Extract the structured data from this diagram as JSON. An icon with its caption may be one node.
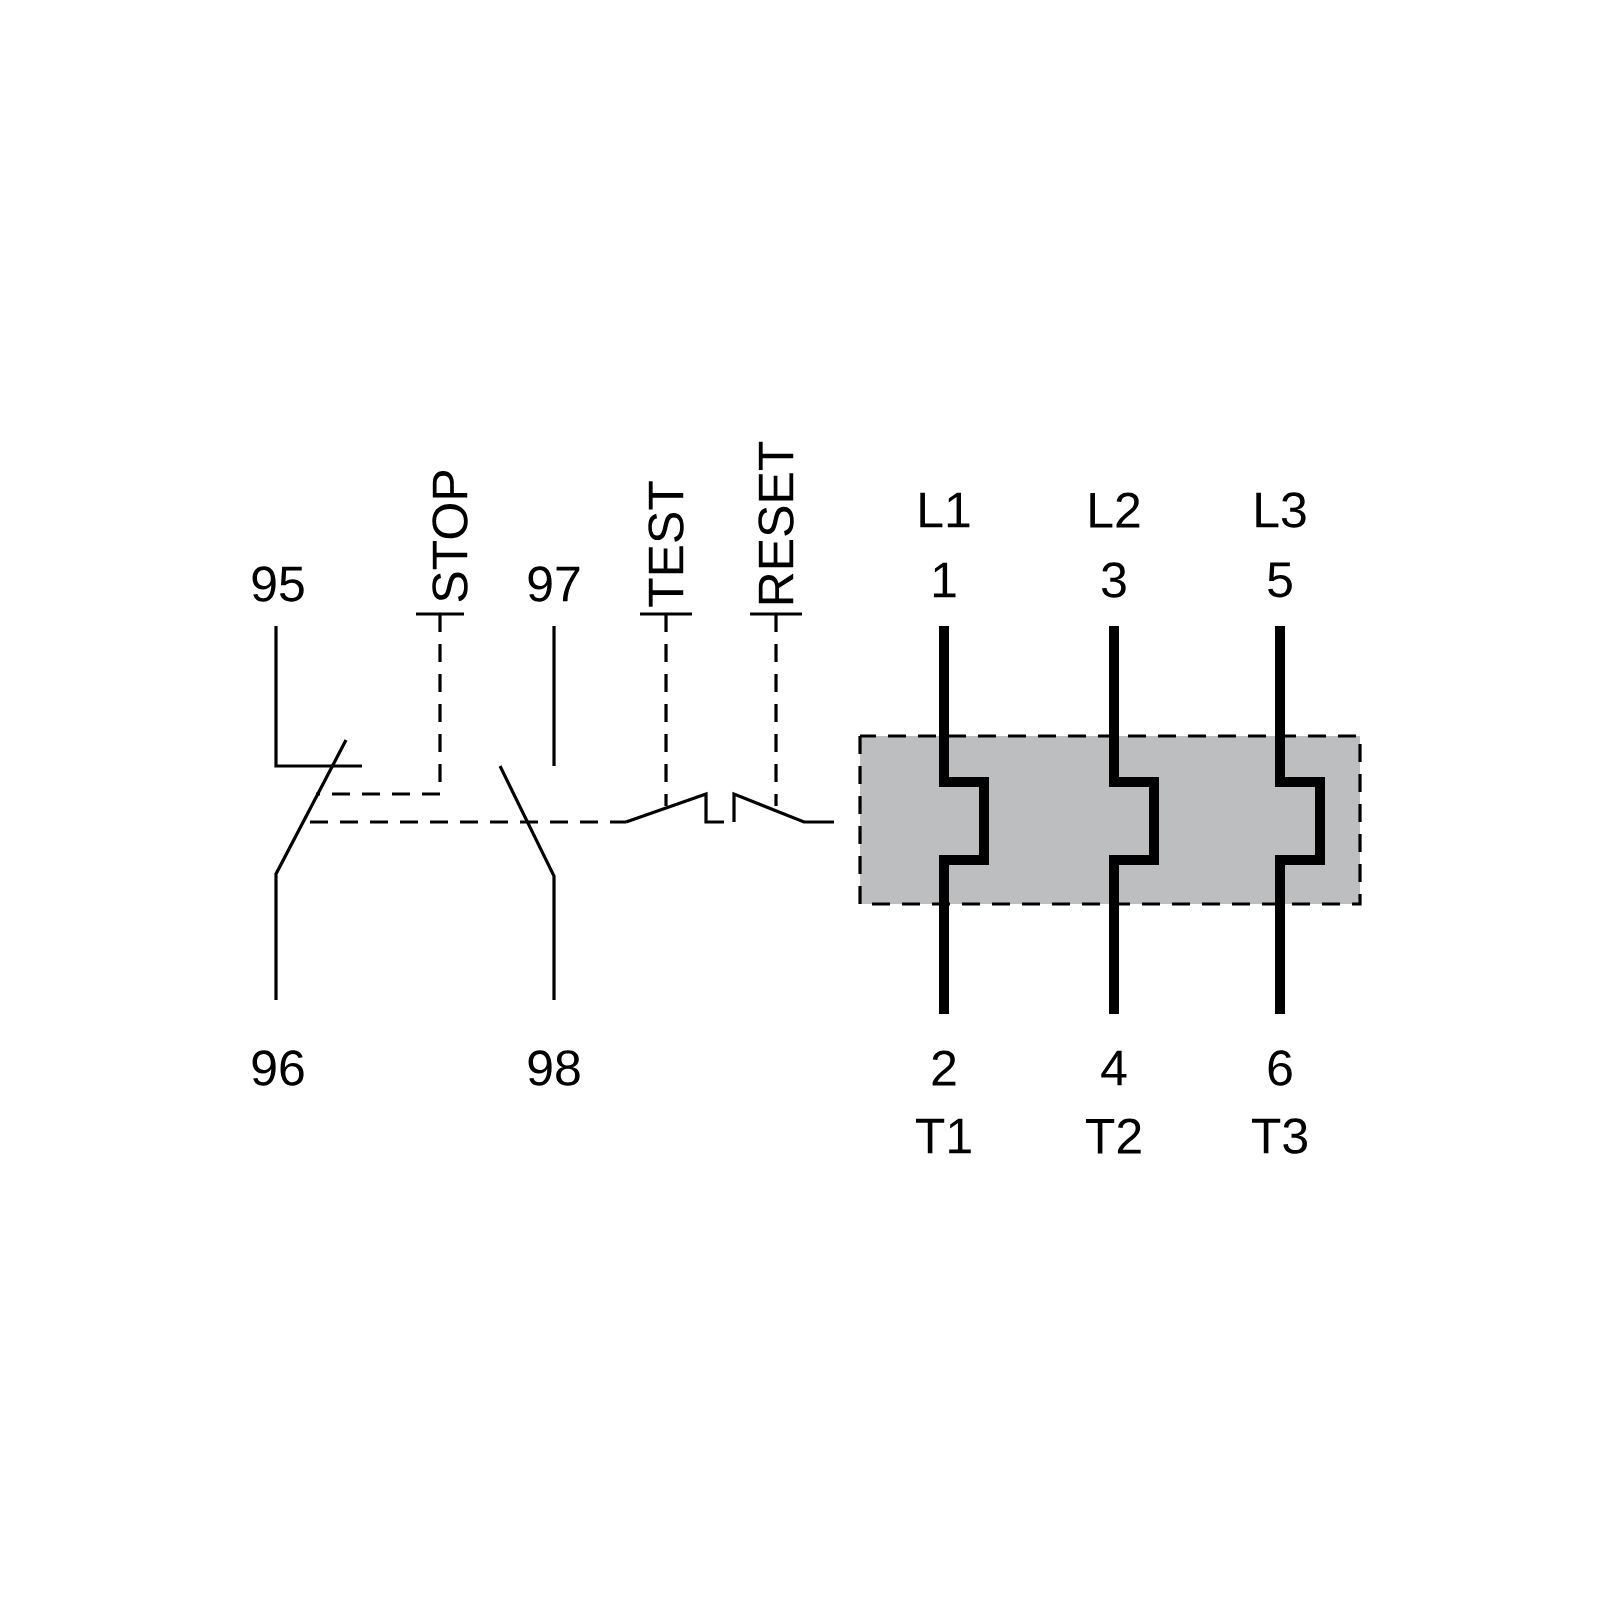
{
  "diagram": {
    "labels": [
      "STOP",
      "TEST",
      "RESET",
      "L1",
      "L2",
      "L3",
      "95",
      "97",
      "1",
      "3",
      "5",
      "96",
      "98",
      "2",
      "4",
      "6",
      "T1",
      "T2",
      "T3"
    ]
  }
}
